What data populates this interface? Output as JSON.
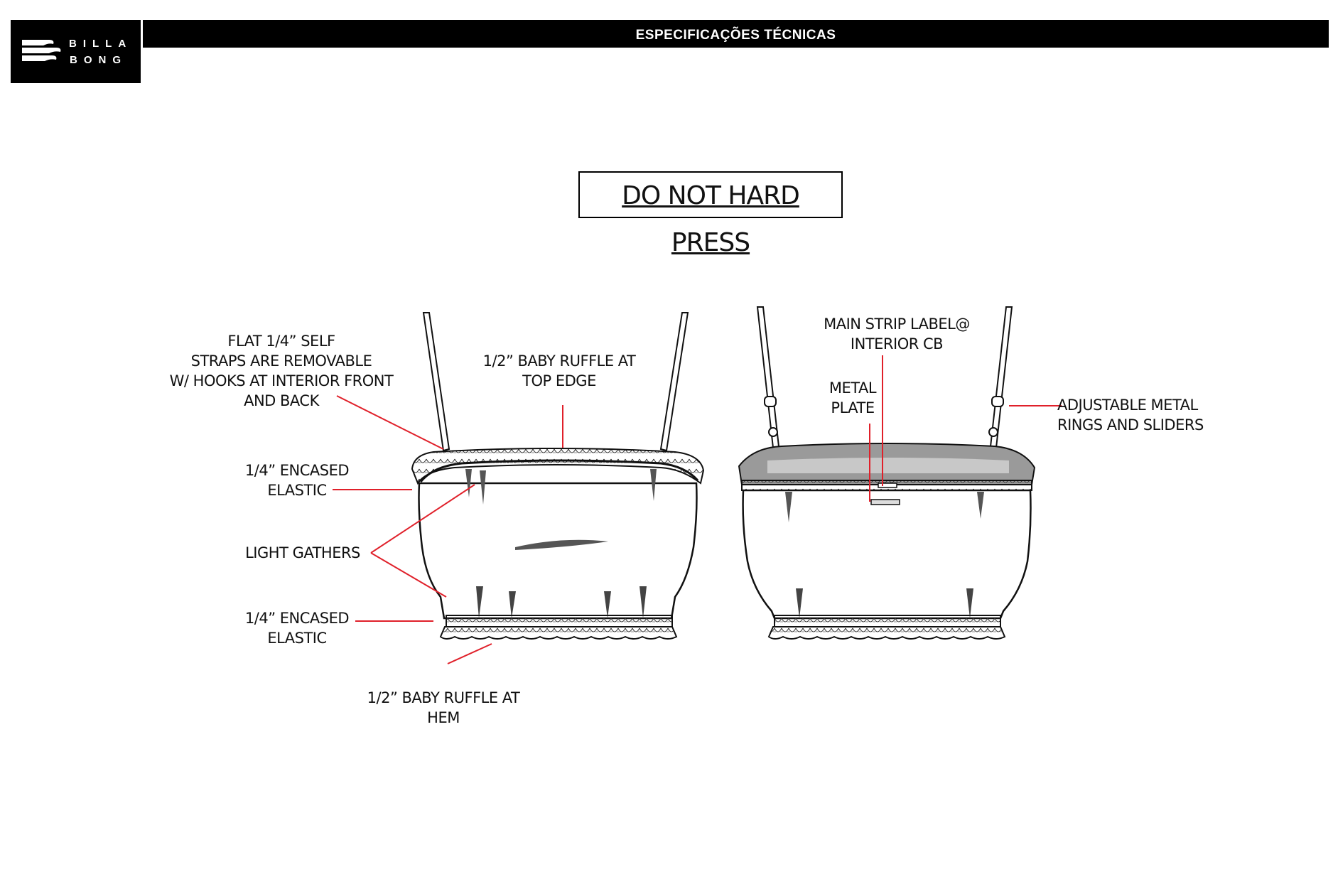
{
  "brand": {
    "line1": "BILLA",
    "line2": "BONG"
  },
  "header": {
    "title": "ESPECIFICAÇÕES TÉCNICAS"
  },
  "notice": "DO NOT HARD PRESS",
  "callouts": {
    "straps": [
      "FLAT 1/4” SELF",
      "STRAPS ARE REMOVABLE",
      "W/ HOOKS AT INTERIOR FRONT",
      "AND BACK"
    ],
    "top_ruffle": [
      "1/2” BABY RUFFLE AT",
      "TOP EDGE"
    ],
    "top_elastic": [
      "1/4” ENCASED",
      "ELASTIC"
    ],
    "gathers": [
      "LIGHT GATHERS"
    ],
    "hem_elastic": [
      "1/4” ENCASED",
      "ELASTIC"
    ],
    "hem_ruffle": [
      "1/2” BABY RUFFLE AT",
      "HEM"
    ],
    "label": [
      "MAIN STRIP LABEL@",
      "INTERIOR CB"
    ],
    "plate": [
      "METAL",
      "PLATE"
    ],
    "rings": [
      "ADJUSTABLE METAL",
      "RINGS AND SLIDERS"
    ]
  },
  "colors": {
    "callout_line": "#e0202a",
    "ink": "#111111",
    "lining": "#9a9a9a"
  }
}
